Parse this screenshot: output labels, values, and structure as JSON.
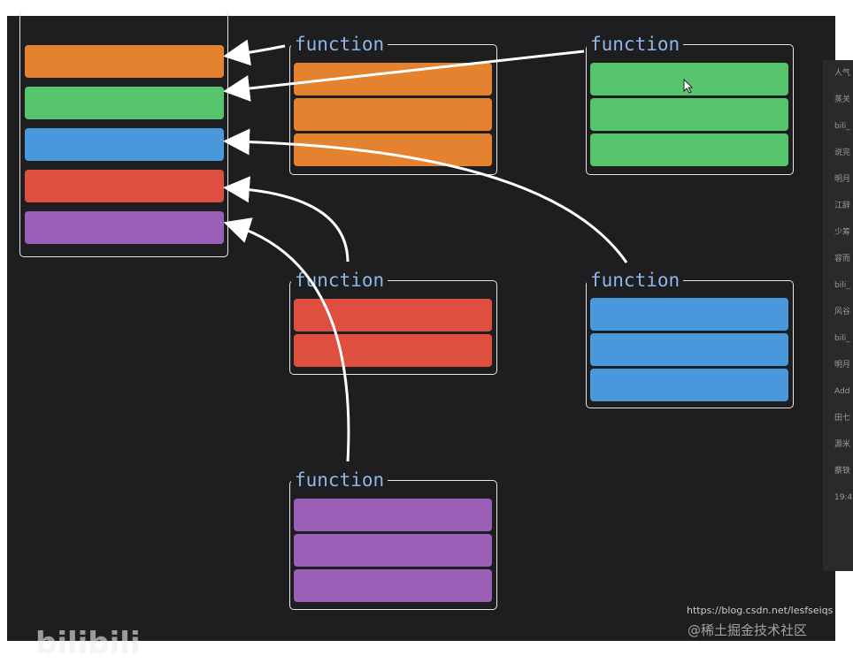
{
  "diagram": {
    "label": "function",
    "colors": {
      "orange": "#e5822f",
      "green": "#55c46b",
      "blue": "#4a98dc",
      "red": "#de4f3f",
      "purple": "#9b5fb8",
      "background": "#1e1e20"
    },
    "stack_items": [
      "orange",
      "green",
      "blue",
      "red",
      "purple"
    ],
    "functions": [
      {
        "color": "orange",
        "bars": 3
      },
      {
        "color": "green",
        "bars": 3
      },
      {
        "color": "red",
        "bars": 2
      },
      {
        "color": "blue",
        "bars": 3
      },
      {
        "color": "purple",
        "bars": 3
      }
    ]
  },
  "side_panel": [
    "人气",
    "蒸关",
    "bili_",
    "说完",
    "明月",
    "江辞",
    "少筹",
    "容而",
    "bili_",
    "风谷",
    "bili_",
    "明月",
    "Add",
    "田七",
    "源米",
    "蔡铁",
    "19:4"
  ],
  "watermark": {
    "url": "https://blog.csdn.net/lesfseiqs",
    "site": "@稀土掘金技术社区",
    "logo": "bilibili"
  }
}
